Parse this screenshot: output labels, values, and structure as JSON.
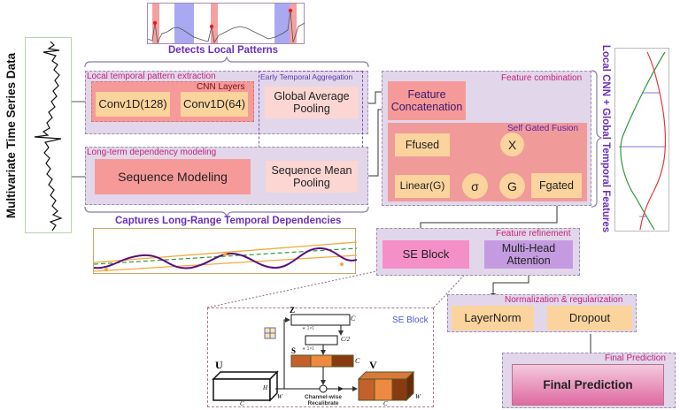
{
  "input": {
    "label": "Multivariate Time Series Data"
  },
  "local_patterns": {
    "caption": "Detects Local Patterns"
  },
  "local_branch": {
    "group_title": "Local temporal pattern extraction",
    "cnn_title": "CNN Layers",
    "conv1": "Conv1D(128)",
    "conv2": "Conv1D(64)"
  },
  "early_agg": {
    "title": "Early Temporal  Aggregation",
    "gap": "Global Average Pooling",
    "smp": "Sequence Mean Pooling"
  },
  "long_branch": {
    "group_title": "Long-term dependency modeling",
    "seq": "Sequence Modeling",
    "caption": "Captures Long-Range Temporal Dependencies"
  },
  "combination": {
    "group_title": "Feature combination",
    "concat": "Feature Concatenation",
    "fusion_title": "Self Gated Fusion",
    "ffused": "Ffused",
    "linear": "Linear(G)",
    "sigma": "σ",
    "g": "G",
    "x": "X",
    "fgated": "Fgated"
  },
  "side_label": "Local CNN + Global Temporal Features",
  "refinement": {
    "group_title": "Feature refinement",
    "se": "SE Block",
    "mha": "Multi-Head Attention"
  },
  "norm": {
    "group_title": "Normalization & regularization",
    "layernorm": "LayerNorm",
    "dropout": "Dropout"
  },
  "final": {
    "group_title": "Final Prediction",
    "label": "Final Prediction"
  },
  "se_detail": {
    "title": "SE Block",
    "z": "Z",
    "s": "S",
    "u": "U",
    "v": "V",
    "c": "C",
    "h": "H",
    "w": "W",
    "half": "C/2",
    "conv": "∗ 1×1",
    "recal1": "Channel-wise",
    "recal2": "Recalibrate"
  },
  "colors": {
    "purple": "#6a2fbf",
    "magenta": "#c2257a",
    "peach": "#fbd39c",
    "salmon": "#f59a99",
    "group": "#e2d6ea",
    "se_pink": "#f58fc8",
    "mha_purple": "#c49be0"
  }
}
